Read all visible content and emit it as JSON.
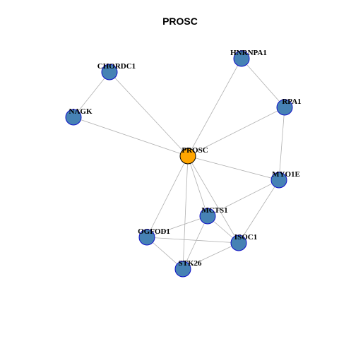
{
  "title": "PROSC",
  "colors": {
    "center_node": "#FFA500",
    "node": "#4682B4",
    "node_border": "#1010C8",
    "edge": "#B0B0B0",
    "center_border": "#000000"
  },
  "nodes": [
    {
      "id": "PROSC",
      "label": "PROSC",
      "center": true
    },
    {
      "id": "HNRNPA1",
      "label": "HNRNPA1"
    },
    {
      "id": "CHORDC1",
      "label": "CHORDC1"
    },
    {
      "id": "RPA1",
      "label": "RPA1"
    },
    {
      "id": "NAGK",
      "label": "NAGK"
    },
    {
      "id": "MYO1E",
      "label": "MYO1E"
    },
    {
      "id": "MCTS1",
      "label": "MCTS1"
    },
    {
      "id": "OGFOD1",
      "label": "OGFOD1"
    },
    {
      "id": "ISOC1",
      "label": "ISOC1"
    },
    {
      "id": "STK26",
      "label": "STK26"
    }
  ],
  "edges": [
    [
      "NAGK",
      "CHORDC1"
    ],
    [
      "CHORDC1",
      "PROSC"
    ],
    [
      "NAGK",
      "PROSC"
    ],
    [
      "HNRNPA1",
      "PROSC"
    ],
    [
      "HNRNPA1",
      "RPA1"
    ],
    [
      "RPA1",
      "PROSC"
    ],
    [
      "RPA1",
      "MYO1E"
    ],
    [
      "PROSC",
      "MYO1E"
    ],
    [
      "PROSC",
      "MCTS1"
    ],
    [
      "PROSC",
      "OGFOD1"
    ],
    [
      "PROSC",
      "ISOC1"
    ],
    [
      "PROSC",
      "STK26"
    ],
    [
      "MYO1E",
      "MCTS1"
    ],
    [
      "MYO1E",
      "ISOC1"
    ],
    [
      "MCTS1",
      "OGFOD1"
    ],
    [
      "MCTS1",
      "ISOC1"
    ],
    [
      "MCTS1",
      "STK26"
    ],
    [
      "OGFOD1",
      "ISOC1"
    ],
    [
      "OGFOD1",
      "STK26"
    ],
    [
      "ISOC1",
      "STK26"
    ]
  ]
}
